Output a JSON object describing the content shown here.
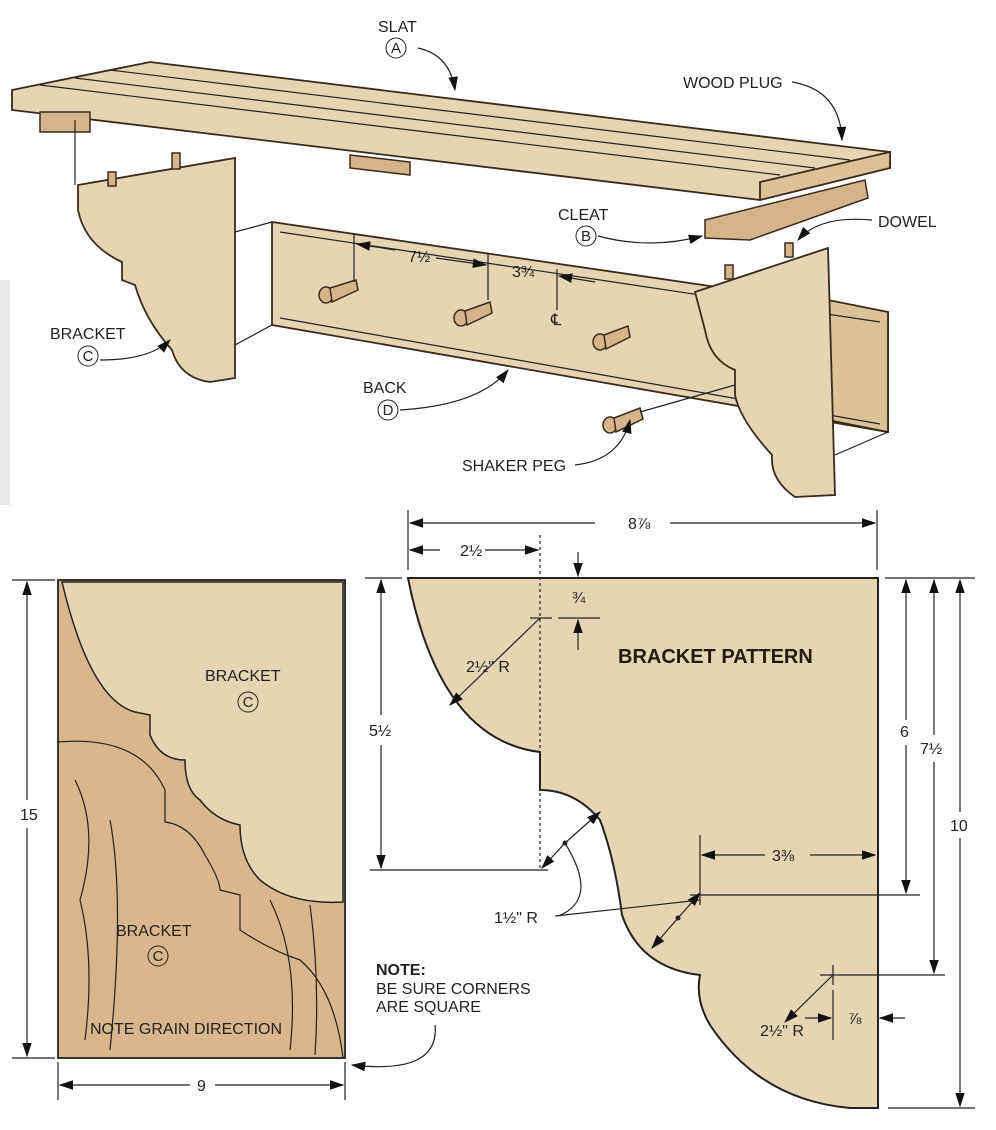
{
  "exploded_view": {
    "slat": {
      "name": "SLAT",
      "letter": "A"
    },
    "wood_plug": "WOOD PLUG",
    "cleat": {
      "name": "CLEAT",
      "letter": "B"
    },
    "dowel": "DOWEL",
    "bracket": {
      "name": "BRACKET",
      "letter": "C"
    },
    "back": {
      "name": "BACK",
      "letter": "D"
    },
    "shaker_peg": "SHAKER PEG",
    "peg_spacing": "7½",
    "center_offset": "3¾",
    "centerline": "℄"
  },
  "blank": {
    "height": "15",
    "width": "9",
    "upper_label": "BRACKET",
    "upper_letter": "C",
    "lower_label": "BRACKET",
    "lower_letter": "C",
    "grain_note": "NOTE GRAIN DIRECTION",
    "note_heading": "NOTE:",
    "note_line1": "BE SURE CORNERS",
    "note_line2": "ARE SQUARE"
  },
  "pattern": {
    "title": "BRACKET PATTERN",
    "overall_width": "8⅞",
    "top_radius_offset": "2½",
    "top_radius_drop": "¾",
    "top_radius": "2½\" R",
    "step_height": "5½",
    "height_6": "6",
    "height_7_5": "7½",
    "height_10": "10",
    "mid_offset": "3⅜",
    "mid_radius": "1½\" R",
    "bottom_radius": "2½\" R",
    "bottom_offset": "⅞"
  },
  "colors": {
    "light_wood": "#e7d4b3",
    "dark_wood": "#d6b48b"
  }
}
